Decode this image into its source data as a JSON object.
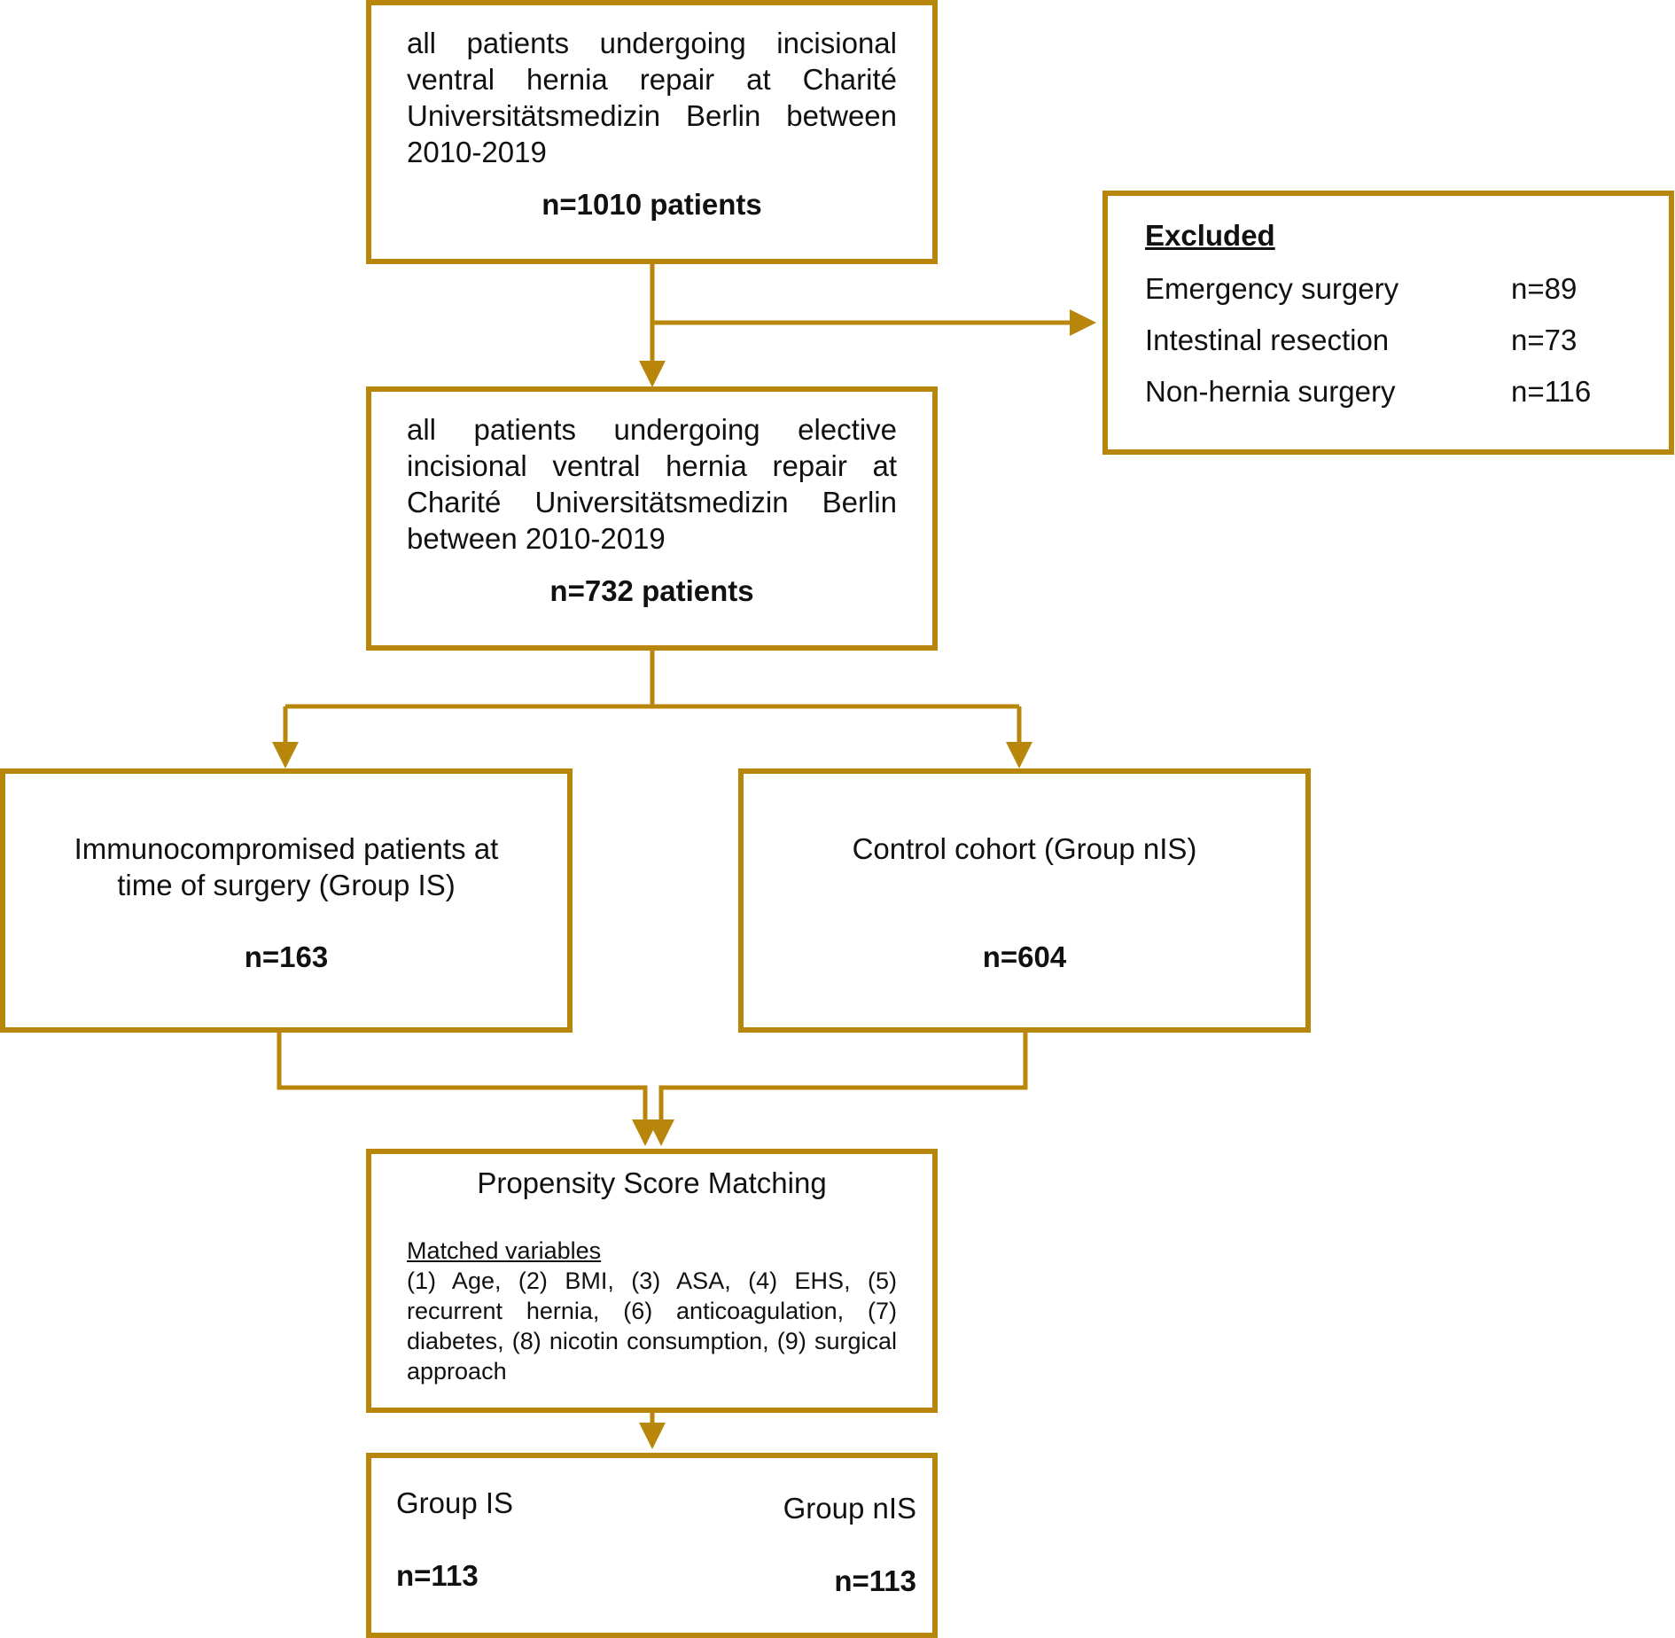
{
  "colors": {
    "box_border": "#B8860B",
    "arrow": "#B8860B"
  },
  "box_initial": {
    "description": "all patients undergoing incisional ventral hernia repair at Charité Universitätsmedizin Berlin between 2010-2019",
    "count": "n=1010 patients"
  },
  "box_excluded": {
    "title": "Excluded",
    "reasons": [
      {
        "label": "Emergency surgery",
        "count": "n=89"
      },
      {
        "label": "Intestinal resection",
        "count": "n=73"
      },
      {
        "label": "Non-hernia surgery",
        "count": "n=116"
      }
    ]
  },
  "box_elective": {
    "description": "all patients undergoing elective incisional ventral hernia repair at Charité Universitätsmedizin Berlin between 2010-2019",
    "count": "n=732 patients"
  },
  "box_group_is": {
    "description": "Immunocompromised patients at time of surgery (Group IS)",
    "count": "n=163"
  },
  "box_group_nis": {
    "description": "Control cohort (Group nIS)",
    "count": "n=604"
  },
  "box_psm": {
    "title": "Propensity Score Matching",
    "subtitle": "Matched variables",
    "variables": "(1) Age, (2) BMI, (3) ASA, (4) EHS, (5) recurrent hernia, (6) anticoagulation, (7) diabetes, (8) nicotin consumption, (9) surgical approach"
  },
  "box_matched": {
    "group_is_label": "Group IS",
    "group_is_count": "n=113",
    "group_nis_label": "Group nIS",
    "group_nis_count": "n=113"
  }
}
